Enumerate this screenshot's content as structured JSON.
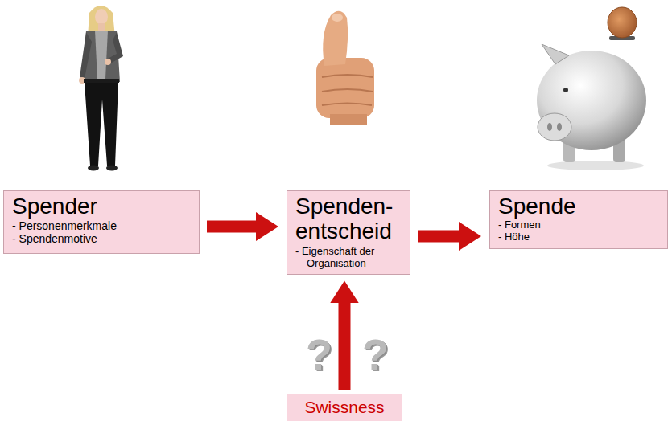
{
  "diagram": {
    "nodes": [
      {
        "text": [
          "Spender",
          "- Personenmerkmale",
          "- Spendenmotive"
        ]
      },
      {
        "text": [
          "Spenden- entscheid",
          "- Eigenschaft der Organisation"
        ]
      },
      {
        "text": [
          "Spende",
          "- Formen",
          "- Höhe"
        ]
      },
      {
        "text": [
          "Swissness"
        ]
      }
    ],
    "edges": [
      {
        "from": 0,
        "to": 1,
        "arrow": "to"
      },
      {
        "from": 1,
        "to": 2,
        "arrow": "to"
      },
      {
        "from": 3,
        "to": 1,
        "arrow": "to"
      }
    ],
    "labels": [
      "?",
      "?"
    ]
  }
}
